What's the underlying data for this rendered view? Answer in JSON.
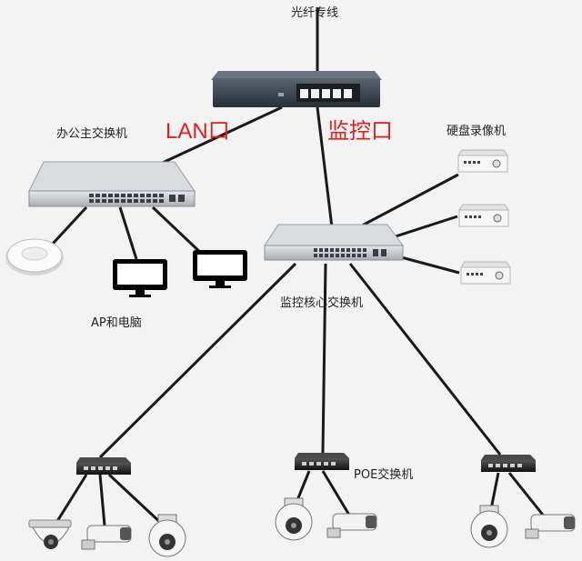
{
  "labels": {
    "fiber": "光纤专线",
    "office_switch": "办公主交换机",
    "lan_port": "LAN口",
    "monitor_port": "监控口",
    "nvr": "硬盘录像机",
    "ap_pc": "AP和电脑",
    "core_switch": "监控核心交换机",
    "poe_switch": "POE交换机"
  },
  "colors": {
    "line": "#1a1a1a",
    "port_label": "#e0201b",
    "device_body": "#c9cccf",
    "device_dark": "#2a2d33"
  }
}
